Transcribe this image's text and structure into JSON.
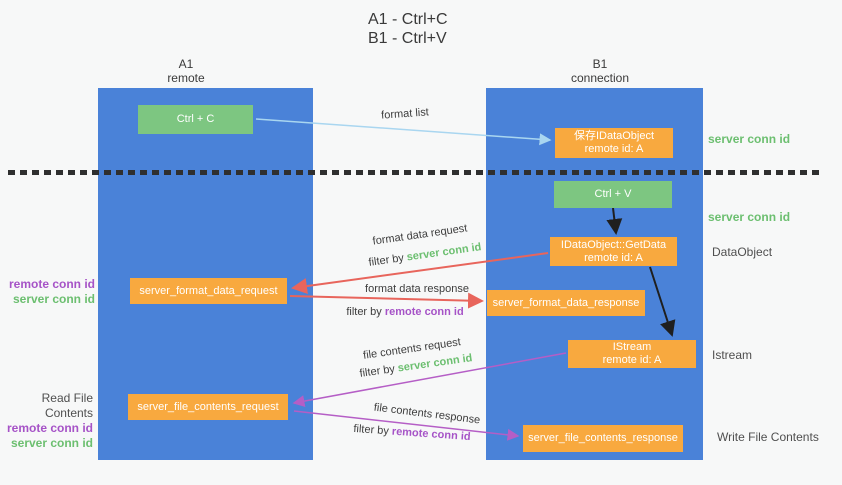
{
  "title": {
    "line1": "A1 - Ctrl+C",
    "line2": "B1 - Ctrl+V"
  },
  "columns": {
    "left": {
      "header_line1": "A1",
      "header_line2": "remote"
    },
    "right": {
      "header_line1": "B1",
      "header_line2": "connection"
    }
  },
  "nodes": {
    "ctrl_c": {
      "label": "Ctrl + C"
    },
    "save_idataobject": {
      "line1": "保存IDataObject",
      "line2": "remote id: A"
    },
    "ctrl_v": {
      "label": "Ctrl + V"
    },
    "getdata": {
      "line1": "IDataObject::GetData",
      "line2": "remote id: A"
    },
    "format_request": {
      "label": "server_format_data_request"
    },
    "format_response": {
      "label": "server_format_data_response"
    },
    "istream": {
      "line1": "IStream",
      "line2": "remote id: A"
    },
    "file_request": {
      "label": "server_file_contents_request"
    },
    "file_response": {
      "label": "server_file_contents_response"
    }
  },
  "annotations": {
    "server_conn_id_top": "server conn id",
    "server_conn_id_mid": "server conn id",
    "dataobject": "DataObject",
    "istream": "Istream",
    "write_file_contents": "Write File Contents",
    "read_file_contents": "Read File Contents",
    "remote_conn_id_format": "remote conn id",
    "server_conn_id_format": "server conn id",
    "remote_conn_id_file": "remote conn id",
    "server_conn_id_file": "server conn id"
  },
  "edge_labels": {
    "format_list": "format list",
    "format_data_request": "format data request",
    "format_data_response": "format data response",
    "file_contents_request": "file contents request",
    "file_contents_response": "file contents response",
    "filter_by": "filter by ",
    "server_conn_id": "server conn id",
    "remote_conn_id": "remote conn id"
  },
  "colors": {
    "column_blue": "#4a82d8",
    "box_green": "#7dc681",
    "box_orange": "#f8a93f",
    "arrow_red": "#e8655c",
    "arrow_purple": "#b55ec6",
    "arrow_lightblue": "#a9d6f0",
    "arrow_black": "#1f1f1f",
    "text_green": "#6cbf70",
    "text_purple": "#a653c7",
    "text_gray": "#4f4f4f"
  }
}
